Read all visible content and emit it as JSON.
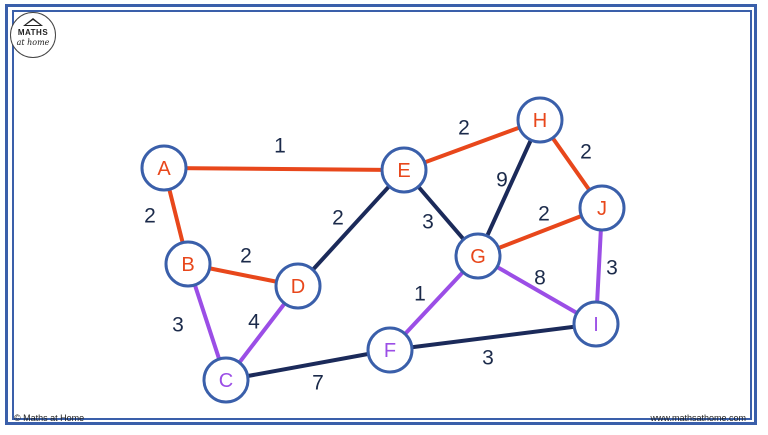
{
  "logo": {
    "line1": "MATHS",
    "line2": "at home"
  },
  "footer": {
    "left": "© Maths at Home",
    "right": "www.mathsathome.com"
  },
  "colors": {
    "frame": "#3a5faa",
    "red": "#e8471b",
    "navy": "#1b2a5a",
    "purple": "#9b4ee6"
  },
  "nodes": [
    {
      "id": "A",
      "label": "A",
      "color": "red"
    },
    {
      "id": "B",
      "label": "B",
      "color": "red"
    },
    {
      "id": "C",
      "label": "C",
      "color": "purple"
    },
    {
      "id": "D",
      "label": "D",
      "color": "red"
    },
    {
      "id": "E",
      "label": "E",
      "color": "red"
    },
    {
      "id": "F",
      "label": "F",
      "color": "purple"
    },
    {
      "id": "G",
      "label": "G",
      "color": "red"
    },
    {
      "id": "H",
      "label": "H",
      "color": "red"
    },
    {
      "id": "I",
      "label": "I",
      "color": "purple"
    },
    {
      "id": "J",
      "label": "J",
      "color": "red"
    }
  ],
  "edges": [
    {
      "from": "A",
      "to": "E",
      "weight": "1",
      "color": "red"
    },
    {
      "from": "A",
      "to": "B",
      "weight": "2",
      "color": "red"
    },
    {
      "from": "B",
      "to": "D",
      "weight": "2",
      "color": "red"
    },
    {
      "from": "B",
      "to": "C",
      "weight": "3",
      "color": "purple"
    },
    {
      "from": "C",
      "to": "D",
      "weight": "4",
      "color": "purple"
    },
    {
      "from": "D",
      "to": "E",
      "weight": "2",
      "color": "navy"
    },
    {
      "from": "C",
      "to": "F",
      "weight": "7",
      "color": "navy"
    },
    {
      "from": "E",
      "to": "H",
      "weight": "2",
      "color": "red"
    },
    {
      "from": "E",
      "to": "G",
      "weight": "3",
      "color": "navy"
    },
    {
      "from": "H",
      "to": "G",
      "weight": "9",
      "color": "navy"
    },
    {
      "from": "H",
      "to": "J",
      "weight": "2",
      "color": "red"
    },
    {
      "from": "G",
      "to": "J",
      "weight": "2",
      "color": "red"
    },
    {
      "from": "F",
      "to": "G",
      "weight": "1",
      "color": "purple"
    },
    {
      "from": "G",
      "to": "I",
      "weight": "8",
      "color": "purple"
    },
    {
      "from": "J",
      "to": "I",
      "weight": "3",
      "color": "purple"
    },
    {
      "from": "F",
      "to": "I",
      "weight": "3",
      "color": "navy"
    }
  ]
}
